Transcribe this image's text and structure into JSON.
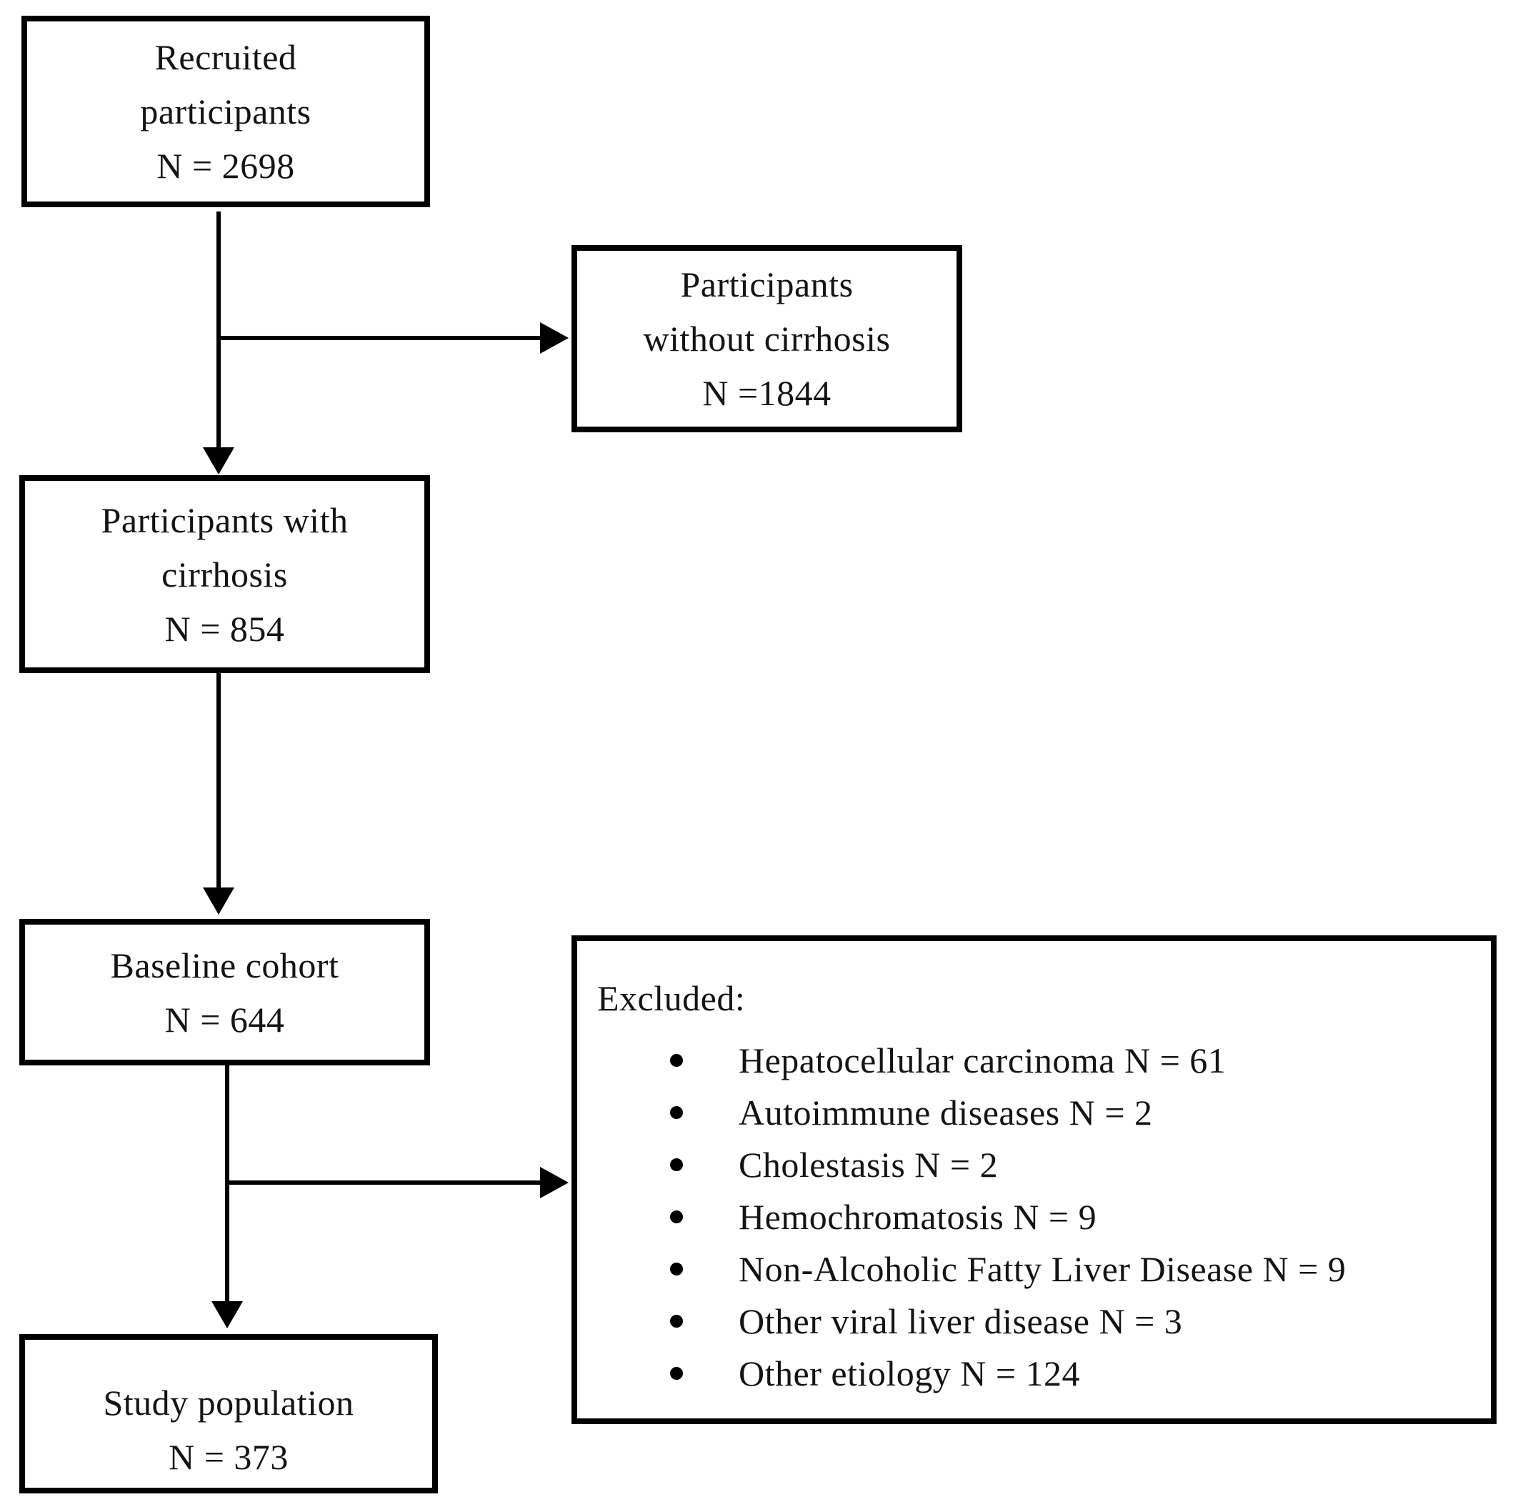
{
  "flowchart": {
    "boxes": {
      "recruited": {
        "lines": [
          "Recruited",
          "participants",
          "N = 2698"
        ]
      },
      "without_cirrhosis": {
        "lines": [
          "Participants",
          "without cirrhosis",
          "N =1844"
        ]
      },
      "with_cirrhosis": {
        "lines": [
          "Participants with",
          "cirrhosis",
          "N = 854"
        ]
      },
      "baseline_cohort": {
        "lines": [
          "Baseline cohort",
          "N = 644"
        ]
      },
      "study_population": {
        "lines": [
          "Study population",
          "N = 373"
        ]
      }
    },
    "excluded": {
      "heading": "Excluded:",
      "items": [
        "Hepatocellular carcinoma N = 61",
        "Autoimmune diseases N = 2",
        "Cholestasis N = 2",
        "Hemochromatosis N = 9",
        "Non-Alcoholic Fatty Liver Disease N = 9",
        "Other viral liver disease N = 3",
        "Other etiology N = 124"
      ]
    },
    "colors": {
      "line": "#000000",
      "text": "#141414",
      "background": "#ffffff"
    }
  }
}
